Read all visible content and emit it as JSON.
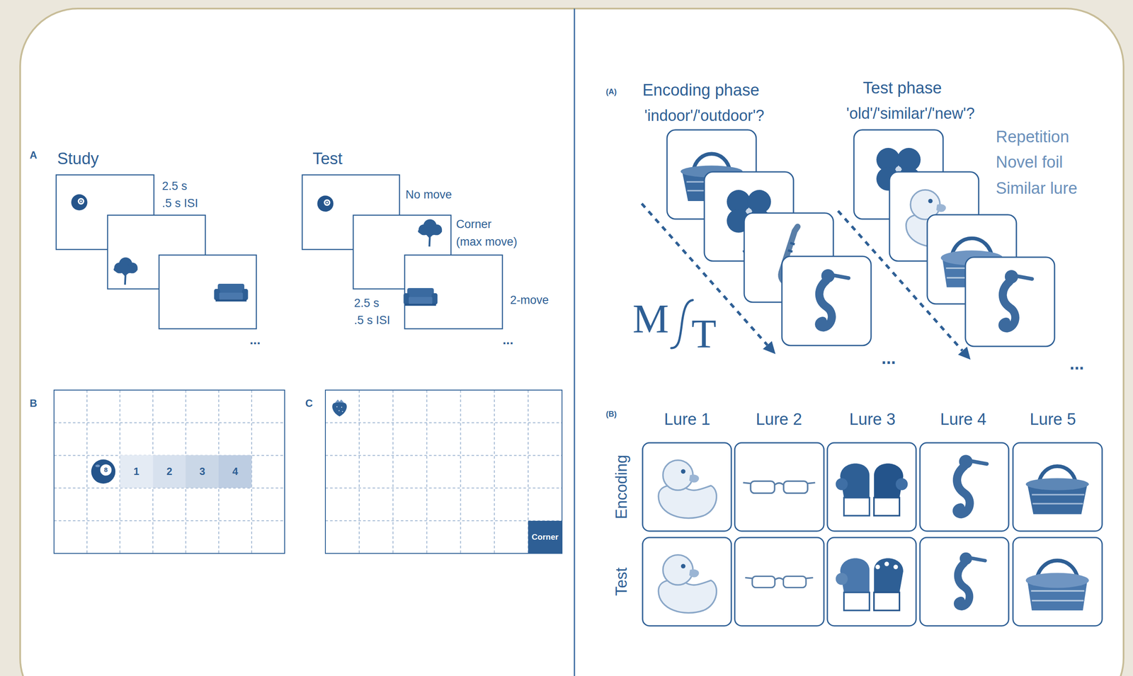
{
  "diagram": {
    "nodes": [
      {
        "text": [
          "B"
        ]
      },
      {
        "text": [
          "1"
        ],
        "in": 0
      },
      {
        "text": [
          "2"
        ],
        "in": 0
      },
      {
        "text": [
          "3"
        ],
        "in": 0
      },
      {
        "text": [
          "4"
        ],
        "in": 0
      },
      {
        "text": [
          "C"
        ]
      },
      {
        "text": [
          "Corner"
        ],
        "in": 5
      }
    ],
    "labels": [
      "A",
      "Study",
      "2.5 s",
      ".5 s ISI",
      "...",
      "Test",
      "No move",
      "Corner",
      "(max move)",
      "2.5 s",
      ".5 s ISI",
      "2-move",
      "...",
      "8",
      "(A)",
      "Encoding phase",
      "'indoor'/'outdoor'?",
      "Test phase",
      "'old'/'similar'/'new'?",
      "Repetition",
      "Novel foil",
      "Similar lure",
      "M",
      "T",
      "...",
      "...",
      "(B)",
      "Lure 1",
      "Lure 2",
      "Lure 3",
      "Lure 4",
      "Lure 5",
      "Encoding",
      "Test"
    ]
  }
}
